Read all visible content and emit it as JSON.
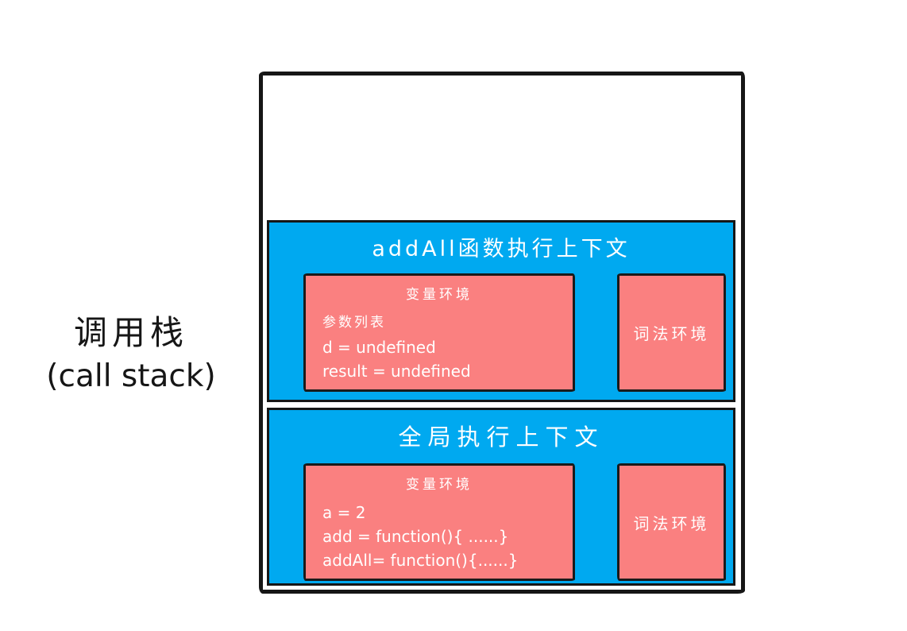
{
  "colors": {
    "blue": "#00A9F0",
    "red": "#FA8080",
    "ink": "#161616",
    "text_light": "#FFFFFF"
  },
  "label": {
    "line1": "调用栈",
    "line2": "(call stack)"
  },
  "stack": {
    "frames": [
      {
        "title": "addAll函数执行上下文",
        "variable_env": {
          "title": "变量环境",
          "lines": [
            "参数列表",
            "d = undefined",
            "result = undefined"
          ]
        },
        "lexical_env": {
          "title": "词法环境"
        }
      },
      {
        "title": "全局执行上下文",
        "variable_env": {
          "title": "变量环境",
          "lines": [
            "a = 2",
            "add = function(){ ......}",
            "addAll= function(){......}"
          ]
        },
        "lexical_env": {
          "title": "词法环境"
        }
      }
    ]
  }
}
